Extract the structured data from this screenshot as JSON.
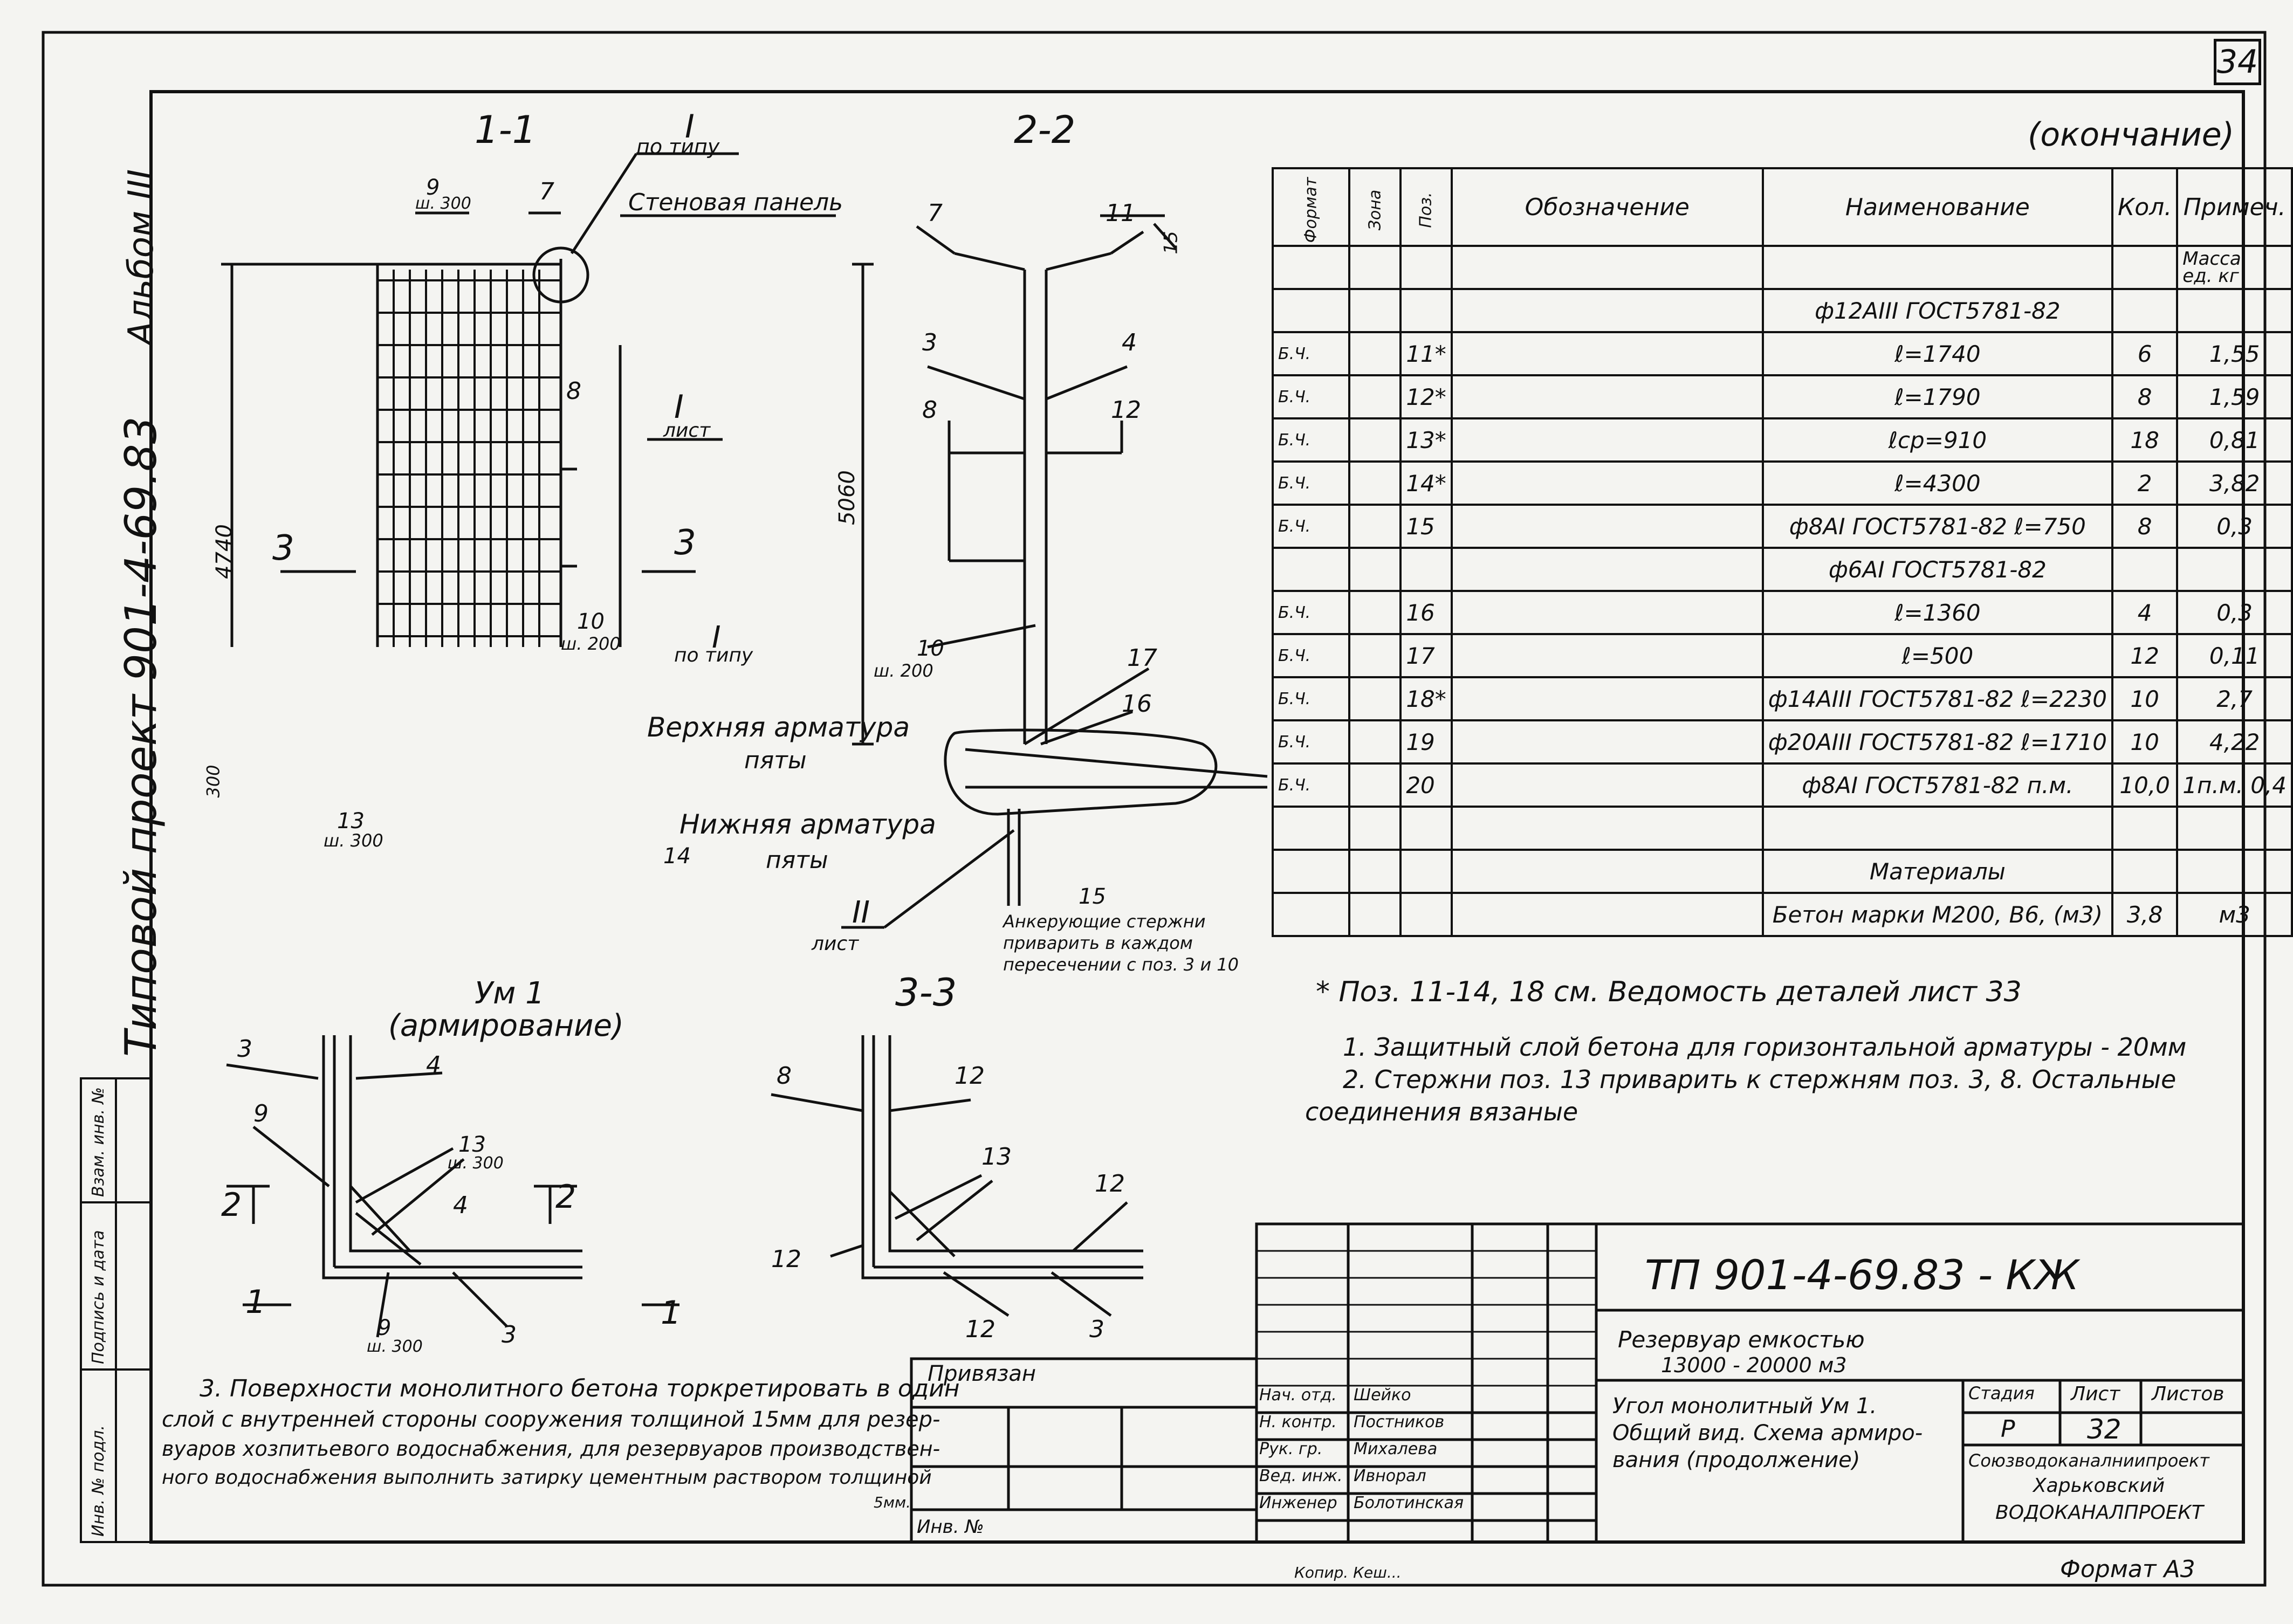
{
  "page_number": "34",
  "album": "Альбом III",
  "project_vertical": "Типовой проект 901-4-69.83",
  "side_stamp": [
    "Инв. № подл.",
    "Подпись и дата",
    "Взам. инв. №"
  ],
  "sections": {
    "s11": "1-1",
    "s22": "2-2",
    "s33": "3-3",
    "um1_title": "Ум 1",
    "um1_sub": "(армирование)"
  },
  "labels": {
    "I_po_tipu_top": "I",
    "po_tipu": "по типу",
    "stenovaya_panel": "Стеновая панель",
    "I_list": "I",
    "list": "лист",
    "I_po_tipu_mid": "I",
    "po_tipu_mid": "по типу",
    "verh_arm": "Верхняя арматура",
    "pyaty1": "пяты",
    "nizh_arm": "Нижняя арматура",
    "pyaty2": "пяты",
    "II_list": "II",
    "list2": "лист",
    "dim_4740": "4740",
    "dim_300": "300",
    "dim_5060": "5060",
    "dim_15": "15",
    "pos_9": "9",
    "sh300_9": "ш. 300",
    "pos_7": "7",
    "pos_8": "8",
    "pos_10": "10",
    "sh200": "ш. 200",
    "pos_13": "13",
    "sh300_13": "ш. 300",
    "pos_14": "14",
    "cut3": "3",
    "s2_7": "7",
    "s2_11": "11",
    "s2_3": "3",
    "s2_4": "4",
    "s2_8": "8",
    "s2_12": "12",
    "s2_10": "10",
    "s2_sh200": "ш. 200",
    "s2_17": "17",
    "s2_16": "16",
    "s2_15": "15",
    "anchor_note": [
      "Анкерующие стержни",
      "приварить в каждом",
      "пересечении с поз. 3 и 10"
    ],
    "um_3": "3",
    "um_4": "4",
    "um_9": "9",
    "um_13": "13",
    "um_sh300": "ш. 300",
    "um_4b": "4",
    "um_9b": "9",
    "um_sh300b": "ш. 300",
    "um_3b": "3",
    "um_2l": "2",
    "um_2r": "2",
    "um_1l": "1",
    "um_1r": "1",
    "s3_8": "8",
    "s3_12a": "12",
    "s3_13": "13",
    "s3_12b": "12",
    "s3_12c": "12",
    "s3_12d": "12",
    "s3_3": "3"
  },
  "spec": {
    "caption": "(окончание)",
    "headers": [
      "Формат",
      "Зона",
      "Поз.",
      "Обозначение",
      "Наименование",
      "Кол.",
      "Примеч."
    ],
    "mass_note": [
      "Масса",
      "ед. кг"
    ],
    "rows": [
      {
        "fmt": "",
        "zone": "",
        "pos": "",
        "desig": "",
        "name": "ф12АIII ГОСТ5781-82",
        "qty": "",
        "note": ""
      },
      {
        "fmt": "Б.Ч.",
        "zone": "",
        "pos": "11*",
        "desig": "",
        "name": "ℓ=1740",
        "qty": "6",
        "note": "1,55"
      },
      {
        "fmt": "Б.Ч.",
        "zone": "",
        "pos": "12*",
        "desig": "",
        "name": "ℓ=1790",
        "qty": "8",
        "note": "1,59"
      },
      {
        "fmt": "Б.Ч.",
        "zone": "",
        "pos": "13*",
        "desig": "",
        "name": "ℓср=910",
        "qty": "18",
        "note": "0,81"
      },
      {
        "fmt": "Б.Ч.",
        "zone": "",
        "pos": "14*",
        "desig": "",
        "name": "ℓ=4300",
        "qty": "2",
        "note": "3,82"
      },
      {
        "fmt": "Б.Ч.",
        "zone": "",
        "pos": "15",
        "desig": "",
        "name": "ф8АI ГОСТ5781-82 ℓ=750",
        "qty": "8",
        "note": "0,3"
      },
      {
        "fmt": "",
        "zone": "",
        "pos": "",
        "desig": "",
        "name": "ф6АI ГОСТ5781-82",
        "qty": "",
        "note": ""
      },
      {
        "fmt": "Б.Ч.",
        "zone": "",
        "pos": "16",
        "desig": "",
        "name": "ℓ=1360",
        "qty": "4",
        "note": "0,3"
      },
      {
        "fmt": "Б.Ч.",
        "zone": "",
        "pos": "17",
        "desig": "",
        "name": "ℓ=500",
        "qty": "12",
        "note": "0,11"
      },
      {
        "fmt": "Б.Ч.",
        "zone": "",
        "pos": "18*",
        "desig": "",
        "name": "ф14АIII ГОСТ5781-82 ℓ=2230",
        "qty": "10",
        "note": "2,7"
      },
      {
        "fmt": "Б.Ч.",
        "zone": "",
        "pos": "19",
        "desig": "",
        "name": "ф20АIII ГОСТ5781-82 ℓ=1710",
        "qty": "10",
        "note": "4,22"
      },
      {
        "fmt": "Б.Ч.",
        "zone": "",
        "pos": "20",
        "desig": "",
        "name": "ф8АI ГОСТ5781-82    п.м.",
        "qty": "10,0",
        "note": "1п.м. 0,4"
      },
      {
        "fmt": "",
        "zone": "",
        "pos": "",
        "desig": "",
        "name": "",
        "qty": "",
        "note": ""
      },
      {
        "fmt": "",
        "zone": "",
        "pos": "",
        "desig": "",
        "name": "Материалы",
        "qty": "",
        "note": ""
      },
      {
        "fmt": "",
        "zone": "",
        "pos": "",
        "desig": "",
        "name": "Бетон марки М200, В6, (м3)",
        "qty": "3,8",
        "note": "м3"
      }
    ]
  },
  "notes": {
    "footnote": "* Поз. 11-14, 18 см. Ведомость деталей лист 33",
    "n1": "1. Защитный слой бетона для горизонтальной арматуры - 20мм",
    "n2": "2. Стержни поз. 13 приварить к стержням поз. 3, 8. Остальные",
    "n2b": "соединения вязаные",
    "n3": [
      "3. Поверхности монолитного бетона торкретировать в один",
      "слой с внутренней стороны сооружения толщиной 15мм для резер-",
      "вуаров хозпитьевого водоснабжения, для резервуаров производствен-",
      "ного водоснабжения выполнить затирку цементным раствором толщиной",
      "5мм."
    ]
  },
  "titleblock": {
    "code": "ТП 901-4-69.83 - КЖ",
    "privyazan": "Привязан",
    "inv": "Инв. №",
    "object": [
      "Резервуар емкостью",
      "13000 - 20000 м3"
    ],
    "sheet_title": [
      "Угол монолитный  Ум 1.",
      "Общий вид. Схема армиро-",
      "вания  (продолжение)"
    ],
    "stage_h": "Стадия",
    "sheet_h": "Лист",
    "sheets_h": "Листов",
    "stage": "Р",
    "sheet": "32",
    "sheets": "",
    "org": [
      "Союзводоканалниипроект",
      "Харьковский",
      "ВОДОКАНАЛПРОЕКТ"
    ],
    "people": [
      {
        "role": "Нач. отд.",
        "name": "Шейко"
      },
      {
        "role": "Н. контр.",
        "name": "Постников"
      },
      {
        "role": "Рук. гр.",
        "name": "Михалева"
      },
      {
        "role": "Вед. инж.",
        "name": "Ивнорал"
      },
      {
        "role": "Инженер",
        "name": "Болотинская"
      }
    ]
  },
  "footer": {
    "copied": "Копир. Кеш...",
    "format": "Формат А3"
  }
}
